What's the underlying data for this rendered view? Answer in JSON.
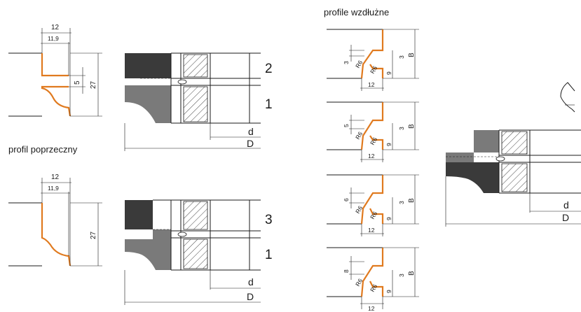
{
  "labels": {
    "profile_longitudinal": "profile wzdłużne",
    "profile_transverse": "profil poprzeczny"
  },
  "dims": {
    "width_12": "12",
    "width_11_9": "11,9",
    "height_27": "27",
    "gap_5": "5",
    "d": "d",
    "D": "D",
    "B": "B",
    "r6": "R6",
    "dim_9": "9",
    "dim_3": "3",
    "dim_5": "5",
    "dim_6": "6",
    "dim_8": "8",
    "dim_12": "12"
  },
  "parts": {
    "n1": "1",
    "n2": "2",
    "n3": "3"
  },
  "colors": {
    "profile_line": "#e07a1f",
    "knife_dark": "#3a3a3a",
    "knife_grey": "#7a7a7a"
  }
}
